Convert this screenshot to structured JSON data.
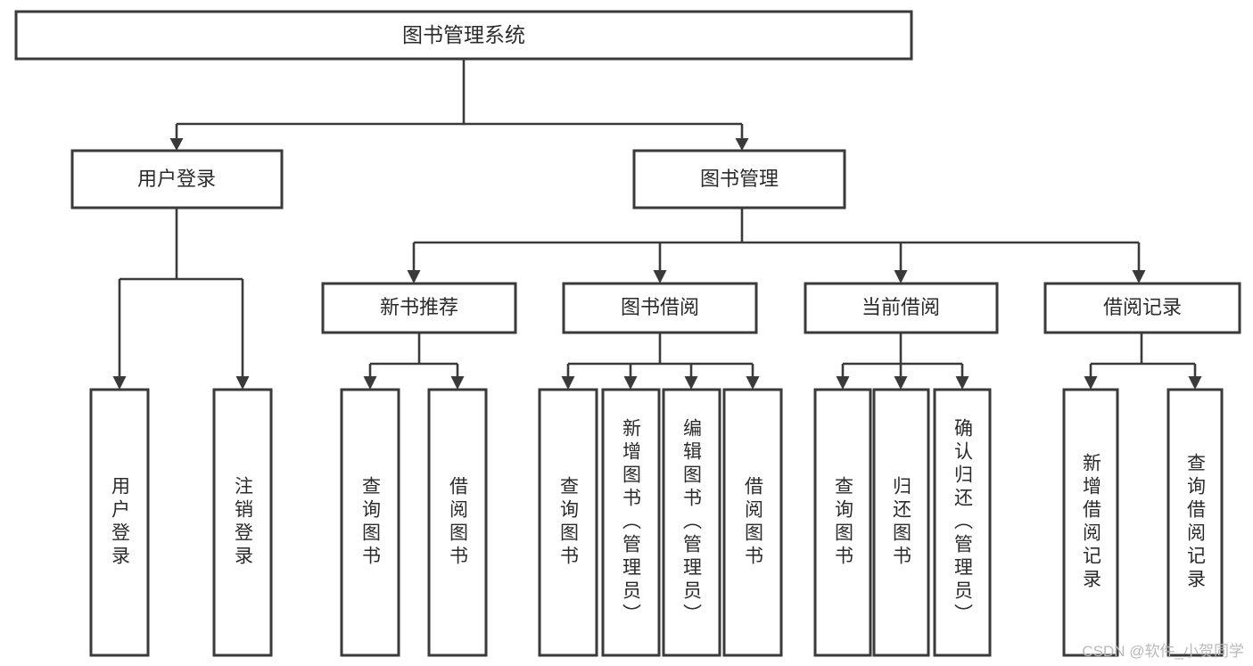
{
  "diagram": {
    "type": "tree",
    "title": "图书管理系统",
    "watermark": "CSDN @软件_小贺同学",
    "colors": {
      "stroke": "#3a3a3a",
      "fill": "#ffffff",
      "text": "#2b2b2b",
      "watermark": "#b9b9b9",
      "background": "#ffffff"
    },
    "nodes": {
      "root": {
        "label": "图书管理系统"
      },
      "level2": [
        {
          "id": "user-login",
          "label": "用户登录"
        },
        {
          "id": "book-manage",
          "label": "图书管理"
        }
      ],
      "level3": [
        {
          "id": "new-book-recommend",
          "label": "新书推荐"
        },
        {
          "id": "book-borrow",
          "label": "图书借阅"
        },
        {
          "id": "current-borrow",
          "label": "当前借阅"
        },
        {
          "id": "borrow-record",
          "label": "借阅记录"
        }
      ],
      "leaves": {
        "user-login": [
          {
            "id": "leaf-user-login",
            "label": "用户登录"
          },
          {
            "id": "leaf-logout",
            "label": "注销登录"
          }
        ],
        "new-book-recommend": [
          {
            "id": "leaf-query-book-1",
            "label": "查询图书"
          },
          {
            "id": "leaf-borrow-book-1",
            "label": "借阅图书"
          }
        ],
        "book-borrow": [
          {
            "id": "leaf-query-book-2",
            "label": "查询图书"
          },
          {
            "id": "leaf-add-book",
            "label": "新增图书（管理员）"
          },
          {
            "id": "leaf-edit-book",
            "label": "编辑图书（管理员）"
          },
          {
            "id": "leaf-borrow-book-2",
            "label": "借阅图书"
          }
        ],
        "current-borrow": [
          {
            "id": "leaf-query-book-3",
            "label": "查询图书"
          },
          {
            "id": "leaf-return-book",
            "label": "归还图书"
          },
          {
            "id": "leaf-confirm-return",
            "label": "确认归还（管理员）"
          }
        ],
        "borrow-record": [
          {
            "id": "leaf-add-record",
            "label": "新增借阅记录"
          },
          {
            "id": "leaf-query-record",
            "label": "查询借阅记录"
          }
        ]
      }
    },
    "edges": [
      {
        "from": "图书管理系统",
        "to": "用户登录"
      },
      {
        "from": "图书管理系统",
        "to": "图书管理"
      },
      {
        "from": "用户登录",
        "to": "用户登录"
      },
      {
        "from": "用户登录",
        "to": "注销登录"
      },
      {
        "from": "图书管理",
        "to": "新书推荐"
      },
      {
        "from": "图书管理",
        "to": "图书借阅"
      },
      {
        "from": "图书管理",
        "to": "当前借阅"
      },
      {
        "from": "图书管理",
        "to": "借阅记录"
      },
      {
        "from": "新书推荐",
        "to": "查询图书"
      },
      {
        "from": "新书推荐",
        "to": "借阅图书"
      },
      {
        "from": "图书借阅",
        "to": "查询图书"
      },
      {
        "from": "图书借阅",
        "to": "新增图书（管理员）"
      },
      {
        "from": "图书借阅",
        "to": "编辑图书（管理员）"
      },
      {
        "from": "图书借阅",
        "to": "借阅图书"
      },
      {
        "from": "当前借阅",
        "to": "查询图书"
      },
      {
        "from": "当前借阅",
        "to": "归还图书"
      },
      {
        "from": "当前借阅",
        "to": "确认归还（管理员）"
      },
      {
        "from": "借阅记录",
        "to": "新增借阅记录"
      },
      {
        "from": "借阅记录",
        "to": "查询借阅记录"
      }
    ]
  }
}
